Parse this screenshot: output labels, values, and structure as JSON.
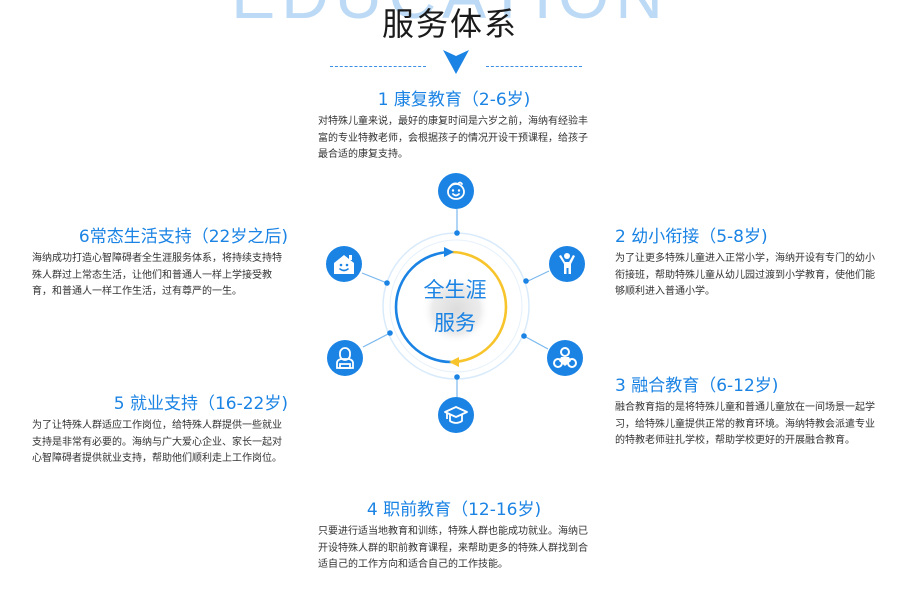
{
  "header": {
    "bg_word": "EDUCATION",
    "title": "服务体系"
  },
  "colors": {
    "accent": "#1a83e4",
    "highlight": "#f7c52b",
    "bg_word": "#bcdaf5",
    "text": "#333333"
  },
  "center": {
    "line1": "全生涯",
    "line2": "服务"
  },
  "stages": [
    {
      "heading": "1 康复教育（2-6岁)",
      "icon": "child-face-icon",
      "desc": "对特殊儿童来说，最好的康复时间是六岁之前，海纳有经验丰富的专业特教老师，会根据孩子的情况开设干预课程，给孩子最合适的康复支持。"
    },
    {
      "heading": "2 幼小衔接（5-8岁)",
      "icon": "child-arms-up-icon",
      "desc": "为了让更多特殊儿童进入正常小学，海纳开设有专门的幼小衔接班，帮助特殊儿童从幼儿园过渡到小学教育，使他们能够顺利进入普通小学。"
    },
    {
      "heading": "3 融合教育（6-12岁)",
      "icon": "group-icon",
      "desc": "融合教育指的是将特殊儿童和普通儿童放在一间场景一起学习，给特殊儿童提供正常的教育环境。海纳特教会派遣专业的特教老师驻扎学校，帮助学校更好的开展融合教育。"
    },
    {
      "heading": "4 职前教育（12-16岁)",
      "icon": "graduation-cap-icon",
      "desc": "只要进行适当地教育和训练，特殊人群也能成功就业。海纳已开设特殊人群的职前教育课程，来帮助更多的特殊人群找到合适自己的工作方向和适合自己的工作技能。"
    },
    {
      "heading": "5 就业支持（16-22岁)",
      "icon": "worker-icon",
      "desc": "为了让特殊人群适应工作岗位，给特殊人群提供一些就业支持是非常有必要的。海纳与广大爱心企业、家长一起对心智障碍者提供就业支持，帮助他们顺利走上工作岗位。"
    },
    {
      "heading": "6常态生活支持（22岁之后)",
      "icon": "home-smile-icon",
      "desc": "海纳成功打造心智障碍者全生涯服务体系，将持续支持特殊人群过上常态生活，让他们和普通人一样上学接受教育，和普通人一样工作生活，过有尊严的一生。"
    }
  ]
}
